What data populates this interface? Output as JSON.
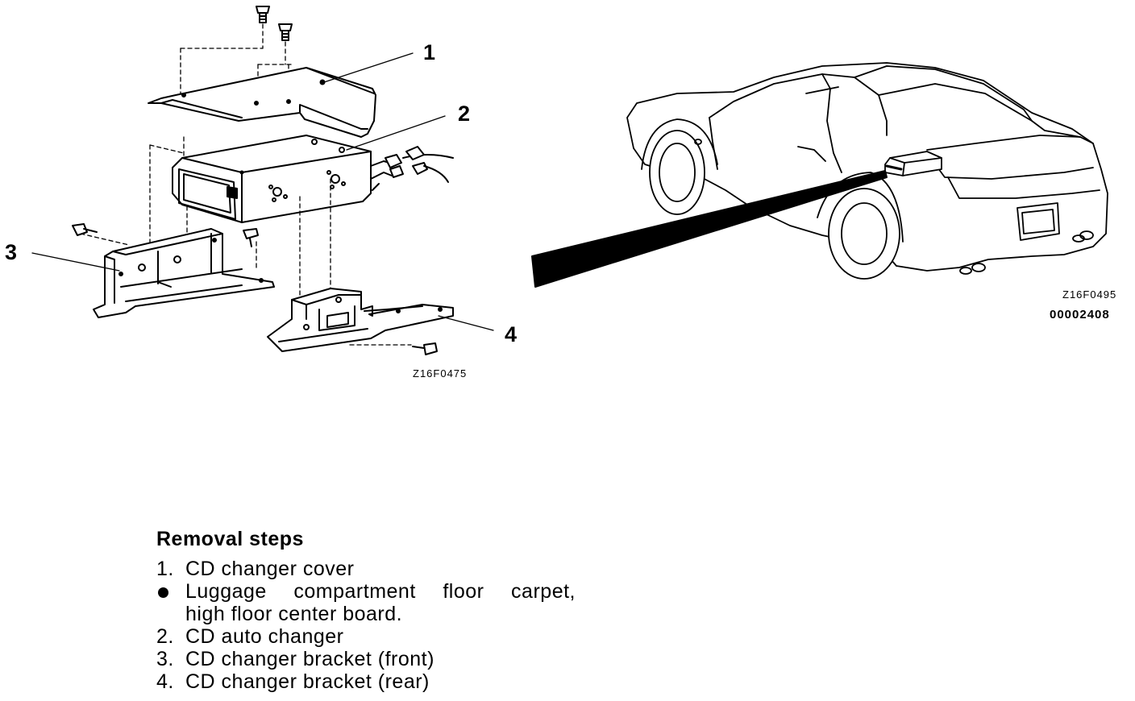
{
  "callouts": {
    "cover": "1",
    "auto_changer": "2",
    "bracket_front": "3",
    "bracket_rear": "4"
  },
  "codes": {
    "exploded_view": "Z16F0475",
    "vehicle_view": "Z16F0495",
    "document_number": "00002408"
  },
  "removal": {
    "title": "Removal steps",
    "steps": [
      {
        "marker": "1.",
        "lines": [
          "CD changer cover"
        ]
      },
      {
        "marker": "bullet",
        "lines": [
          "Luggage compartment floor carpet,",
          "high floor center board."
        ]
      },
      {
        "marker": "2.",
        "lines": [
          "CD auto changer"
        ]
      },
      {
        "marker": "3.",
        "lines": [
          "CD changer bracket (front)"
        ]
      },
      {
        "marker": "4.",
        "lines": [
          "CD changer bracket (rear)"
        ]
      }
    ]
  },
  "colors": {
    "ink": "#000000",
    "paper": "#ffffff"
  }
}
